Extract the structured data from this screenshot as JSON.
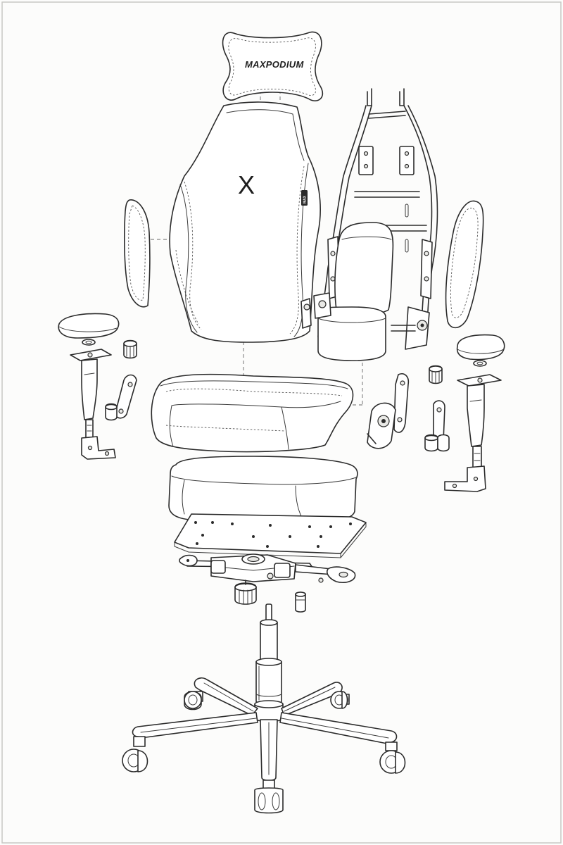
{
  "diagram": {
    "headrest_logo_text": "MAXPODIUM",
    "backrest_emblem_text": "X",
    "backrest_badge_text": "MAX",
    "colors": {
      "ink": "#2b2b2b",
      "paper": "#fcfcfb",
      "border": "#c8c8c4"
    }
  }
}
